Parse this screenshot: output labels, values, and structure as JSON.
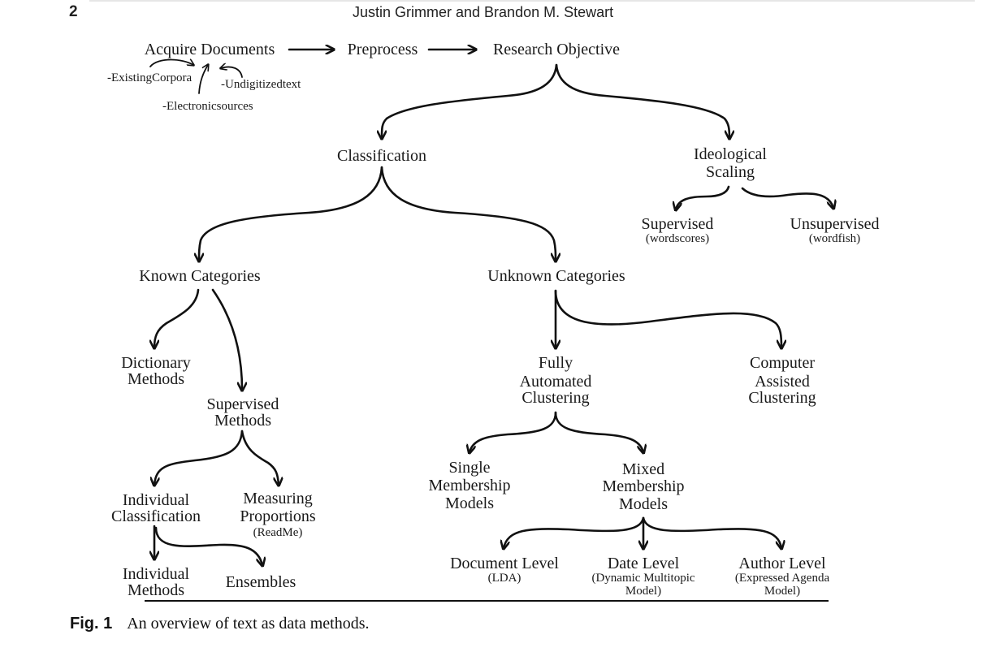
{
  "header": {
    "page_number": "2",
    "running_head": "Justin Grimmer and Brandon M. Stewart"
  },
  "nodes": {
    "acquire": "Acquire Documents",
    "preprocess": "Preprocess",
    "research_objective": "Research Objective",
    "classification": "Classification",
    "ideological_scaling": [
      "Ideological",
      "Scaling"
    ],
    "scaling_supervised": "Supervised",
    "scaling_supervised_sub": "(wordscores)",
    "scaling_unsupervised": "Unsupervised",
    "scaling_unsupervised_sub": "(wordfish)",
    "known_categories": "Known Categories",
    "unknown_categories": "Unknown Categories",
    "dictionary_methods": [
      "Dictionary",
      "Methods"
    ],
    "supervised_methods": [
      "Supervised",
      "Methods"
    ],
    "fully_automated": [
      "Fully",
      "Automated",
      "Clustering"
    ],
    "computer_assisted": [
      "Computer",
      "Assisted",
      "Clustering"
    ],
    "individual_classification": [
      "Individual",
      "Classification"
    ],
    "measuring_proportions": [
      "Measuring",
      "Proportions"
    ],
    "measuring_proportions_sub": "(ReadMe)",
    "single_membership": [
      "Single",
      "Membership",
      "Models"
    ],
    "mixed_membership": [
      "Mixed",
      "Membership",
      "Models"
    ],
    "individual_methods": [
      "Individual",
      "Methods"
    ],
    "ensembles": "Ensembles",
    "document_level": "Document Level",
    "document_level_sub": "(LDA)",
    "date_level": "Date Level",
    "date_level_sub": [
      "(Dynamic Multitopic",
      "Model)"
    ],
    "author_level": "Author Level",
    "author_level_sub": [
      "(Expressed Agenda",
      "Model)"
    ]
  },
  "sources": {
    "existing": [
      "-Existing",
      "Corpora"
    ],
    "electronic": [
      "-Electronic",
      "sources"
    ],
    "undigitized": [
      "-Undigitized",
      "text"
    ]
  },
  "caption": {
    "label": "Fig. 1",
    "text": "An overview of text as data methods."
  }
}
